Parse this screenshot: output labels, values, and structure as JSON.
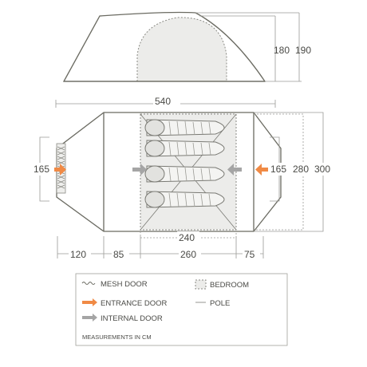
{
  "elevation": {
    "height_inner": "180",
    "height_outer": "190"
  },
  "plan": {
    "total_length": "540",
    "width_left": "165",
    "width_right": "165",
    "width_inner": "280",
    "width_outer": "300",
    "bedroom_width": "240",
    "seg_porch_left": "120",
    "seg_vestibule": "85",
    "seg_bedroom": "260",
    "seg_porch_right": "75"
  },
  "legend": {
    "mesh_door": "MESH DOOR",
    "entrance_door": "ENTRANCE DOOR",
    "internal_door": "INTERNAL DOOR",
    "bedroom": "BEDROOM",
    "pole": "POLE",
    "measurements": "MEASUREMENTS IN CM"
  },
  "colors": {
    "entrance_arrow": "#f08a45",
    "internal_arrow": "#a5a5a5",
    "line": "#6b6b62"
  }
}
